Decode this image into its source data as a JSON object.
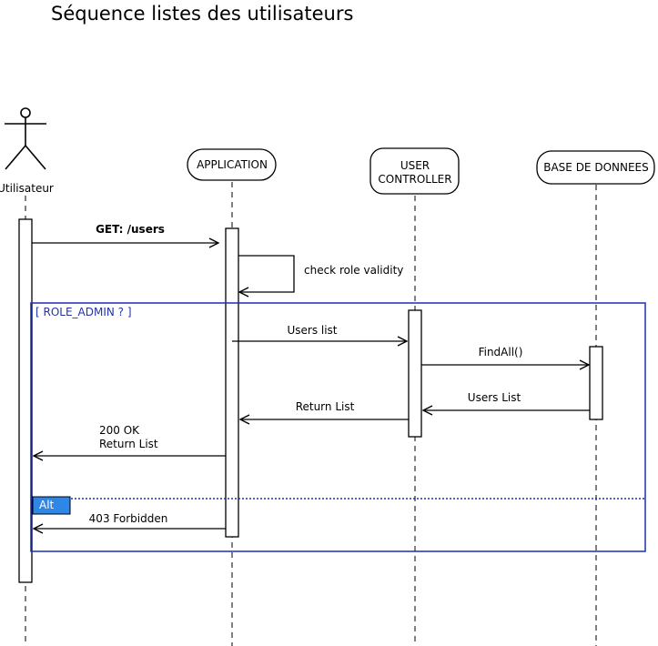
{
  "diagram": {
    "title": "Séquence listes des utilisateurs",
    "actor": {
      "label": "Utilisateur",
      "icon": "stick-figure-icon"
    },
    "participants": {
      "application": "APPLICATION",
      "user_controller_line1": "USER",
      "user_controller_line2": "CONTROLLER",
      "database": "BASE DE DONNEES"
    },
    "messages": {
      "get_users": "GET: /users",
      "check_role": "check role validity",
      "users_list": "Users list",
      "find_all": "FindAll()",
      "users_list_reply": "Users List",
      "return_list": "Return List",
      "ok_line1": "200 OK",
      "ok_line2": "Return List",
      "forbidden": "403 Forbidden"
    },
    "fragment": {
      "guard": "[ ROLE_ADMIN ? ]",
      "alt_label": "Alt"
    },
    "colors": {
      "fragment_border": "#1a2fb3",
      "guard_text": "#2233aa",
      "alt_tag": "#2e86e8"
    }
  }
}
